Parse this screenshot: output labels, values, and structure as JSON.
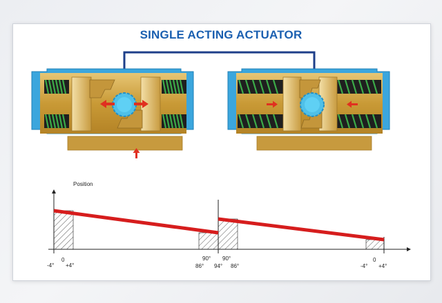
{
  "title": "SINGLE ACTING ACTUATOR",
  "graph": {
    "ylabel": "Position",
    "ticks_left": [
      "-4°",
      "0",
      "+4°"
    ],
    "ticks_mid": [
      "90°",
      "86°",
      "94°",
      "90°",
      "86°"
    ],
    "ticks_right": [
      "-4°",
      "0",
      "+4°"
    ]
  },
  "colors": {
    "title": "#1a5fb0",
    "housing": "#3ba6dd",
    "brass": "#d2aa4a",
    "spring": "#2e8b3a",
    "arrow": "#e03020",
    "line": "#d61d1d"
  }
}
